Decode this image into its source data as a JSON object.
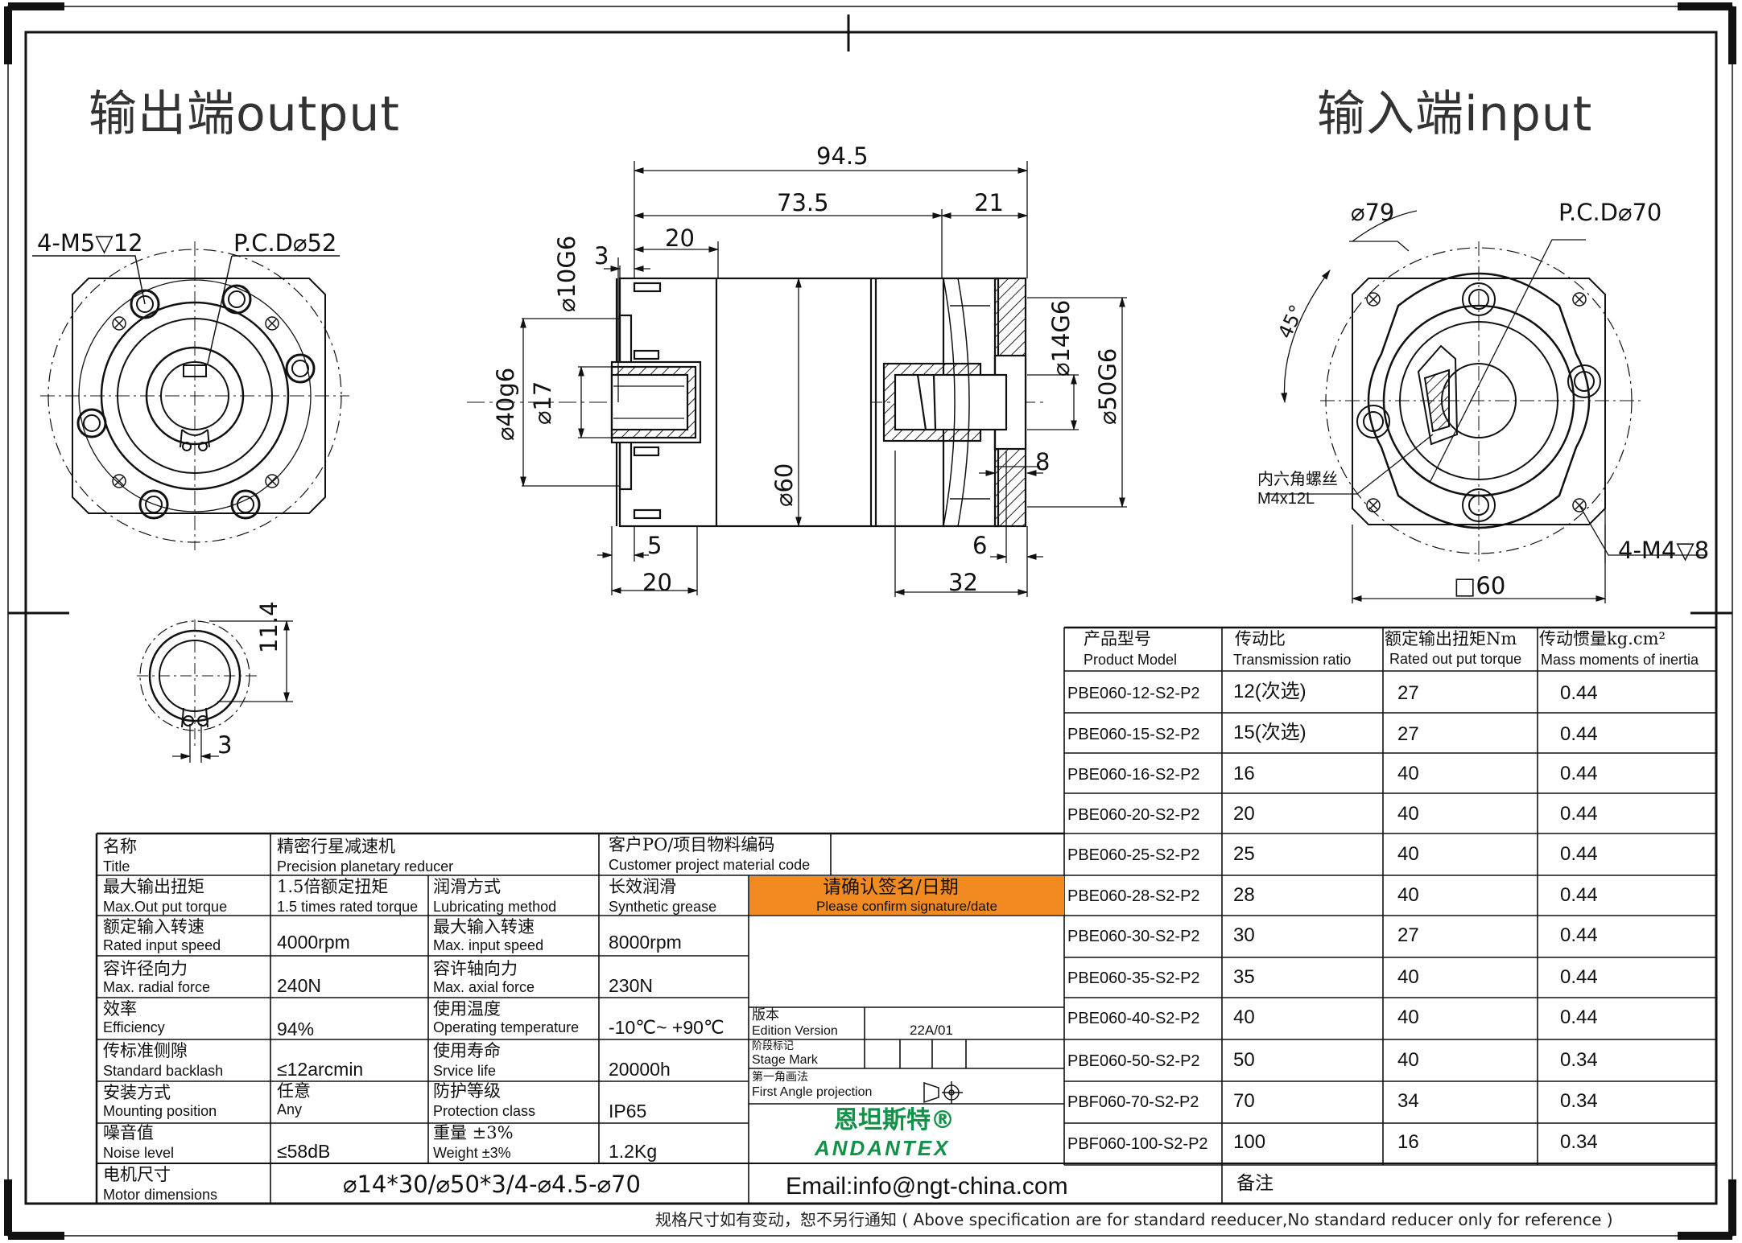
{
  "headings": {
    "output": "输出端output",
    "input": "输入端input"
  },
  "output_view": {
    "thread_note": "4-M5▽12",
    "pcd": "P.C.D⌀52"
  },
  "side_view": {
    "overall": "94.5",
    "body": "73.5",
    "flange": "21",
    "shaft_len": "20",
    "key_3": "3",
    "bore_10": "⌀10G6",
    "pilot_40": "⌀40g6",
    "shaft_17": "⌀17",
    "body_60": "⌀60",
    "bore_14": "⌀14G6",
    "pilot_50": "⌀50G6",
    "dim_8": "8",
    "dim_5": "5",
    "dim_20b": "20",
    "dim_6": "6",
    "dim_32": "32"
  },
  "input_view": {
    "dia": "⌀79",
    "pcd": "P.C.D⌀70",
    "angle": "45°",
    "screw_cn": "内六角螺丝",
    "screw_en": "M4x12L",
    "holes": "4-M4▽8",
    "square": "□60"
  },
  "circlip": {
    "dim_h": "11.4",
    "dim_w": "3"
  },
  "ratio_table": {
    "headers": [
      {
        "cn": "产品型号",
        "en": "Product Model"
      },
      {
        "cn": "传动比",
        "en": "Transmission ratio"
      },
      {
        "cn": "额定输出扭矩Nm",
        "en": "Rated out put torque"
      },
      {
        "cn": "传动惯量kg.cm²",
        "en": "Mass moments of inertia"
      }
    ],
    "rows": [
      {
        "model": "PBE060-12-S2-P2",
        "ratio": "12(次选)",
        "torque": "27",
        "inertia": "0.44"
      },
      {
        "model": "PBE060-15-S2-P2",
        "ratio": "15(次选)",
        "torque": "27",
        "inertia": "0.44"
      },
      {
        "model": "PBE060-16-S2-P2",
        "ratio": "16",
        "torque": "40",
        "inertia": "0.44"
      },
      {
        "model": "PBE060-20-S2-P2",
        "ratio": "20",
        "torque": "40",
        "inertia": "0.44"
      },
      {
        "model": "PBE060-25-S2-P2",
        "ratio": "25",
        "torque": "40",
        "inertia": "0.44"
      },
      {
        "model": "PBE060-28-S2-P2",
        "ratio": "28",
        "torque": "40",
        "inertia": "0.44"
      },
      {
        "model": "PBE060-30-S2-P2",
        "ratio": "30",
        "torque": "27",
        "inertia": "0.44"
      },
      {
        "model": "PBE060-35-S2-P2",
        "ratio": "35",
        "torque": "40",
        "inertia": "0.44"
      },
      {
        "model": "PBE060-40-S2-P2",
        "ratio": "40",
        "torque": "40",
        "inertia": "0.44"
      },
      {
        "model": "PBE060-50-S2-P2",
        "ratio": "50",
        "torque": "40",
        "inertia": "0.34"
      },
      {
        "model": "PBF060-70-S2-P2",
        "ratio": "70",
        "torque": "34",
        "inertia": "0.34"
      },
      {
        "model": "PBF060-100-S2-P2",
        "ratio": "100",
        "torque": "16",
        "inertia": "0.34"
      }
    ]
  },
  "spec_table": {
    "title_cn": "名称",
    "title_en": "Title",
    "product_cn": "精密行星减速机",
    "product_en": "Precision planetary reducer",
    "customer_cn": "客户PO/项目物料编码",
    "customer_en": "Customer project material code",
    "rows": [
      {
        "l1_cn": "最大输出扭矩",
        "l1_en": "Max.Out put torque",
        "v1_cn": "1.5倍额定扭矩",
        "v1_en": "1.5 times rated torque",
        "l2_cn": "润滑方式",
        "l2_en": "Lubricating method",
        "v2_cn": "长效润滑",
        "v2_en": "Synthetic grease"
      },
      {
        "l1_cn": "额定输入转速",
        "l1_en": "Rated input speed",
        "v1": "4000rpm",
        "l2_cn": "最大输入转速",
        "l2_en": "Max. input speed",
        "v2": "8000rpm"
      },
      {
        "l1_cn": "容许径向力",
        "l1_en": "Max. radial force",
        "v1": "240N",
        "l2_cn": "容许轴向力",
        "l2_en": "Max. axial force",
        "v2": "230N"
      },
      {
        "l1_cn": "效率",
        "l1_en": "Efficiency",
        "v1": "94%",
        "l2_cn": "使用温度",
        "l2_en": "Operating temperature",
        "v2": "-10℃~ +90℃"
      },
      {
        "l1_cn": "传标准侧隙",
        "l1_en": "Standard backlash",
        "v1": "≤12arcmin",
        "l2_cn": "使用寿命",
        "l2_en": "Srvice life",
        "v2": "20000h"
      },
      {
        "l1_cn": "安装方式",
        "l1_en": "Mounting position",
        "v1_cn": "任意",
        "v1_en": "Any",
        "l2_cn": "防护等级",
        "l2_en": "Protection class",
        "v2": "IP65"
      },
      {
        "l1_cn": "噪音值",
        "l1_en": "Noise level",
        "v1": "≤58dB",
        "l2_cn": "重量 ±3%",
        "l2_en": "Weight ±3%",
        "v2": "1.2Kg"
      }
    ],
    "motor_cn": "电机尺寸",
    "motor_en": "Motor dimensions",
    "motor_value": "⌀14*30/⌀50*3/4-⌀4.5-⌀70"
  },
  "approval": {
    "confirm_cn": "请确认签名/日期",
    "confirm_en": "Please confirm signature/date",
    "edition_cn": "版本",
    "edition_en": "Edition Version",
    "edition_value": "22A/01",
    "stage_cn": "阶段标记",
    "stage_en": "Stage Mark",
    "proj_cn": "第一角画法",
    "proj_en": "First Angle projection",
    "brand_cn": "恩坦斯特®",
    "brand_lat": "ANDANTEX",
    "email": "Email:info@ngt-china.com",
    "remark_cn": "备注"
  },
  "footer": "规格尺寸如有变动，恕不另行通知 ( Above specification are for standard reeducer,No standard reducer only for reference )",
  "colors": {
    "accent": "#f08a21",
    "brand": "#129148"
  }
}
